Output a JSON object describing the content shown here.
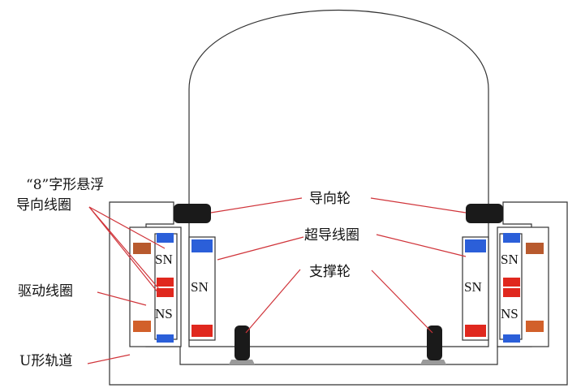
{
  "labels": {
    "figure8_line1": "“8”字形悬浮",
    "figure8_line2": "导向线圈",
    "drive_coil": "驱动线圈",
    "u_track": "U形轨道",
    "guide_wheel": "导向轮",
    "sc_coil": "超导线圈",
    "support_wheel": "支撑轮"
  },
  "magnets": {
    "sn": "SN",
    "ns": "NS"
  },
  "colors": {
    "north_blue": "#2b5fd9",
    "south_red": "#e0281e",
    "drive_orange": "#d2602a",
    "drive_brown": "#b85a2e",
    "wheel_black": "#1a1a1a",
    "wheel_base_grey": "#9a9a9a",
    "leader_red": "#d0343a",
    "outline": "#333333"
  },
  "icons": {
    "guide_wheel": "rounded-black-block",
    "support_wheel": "vertical-black-wheel-on-grey-base"
  }
}
